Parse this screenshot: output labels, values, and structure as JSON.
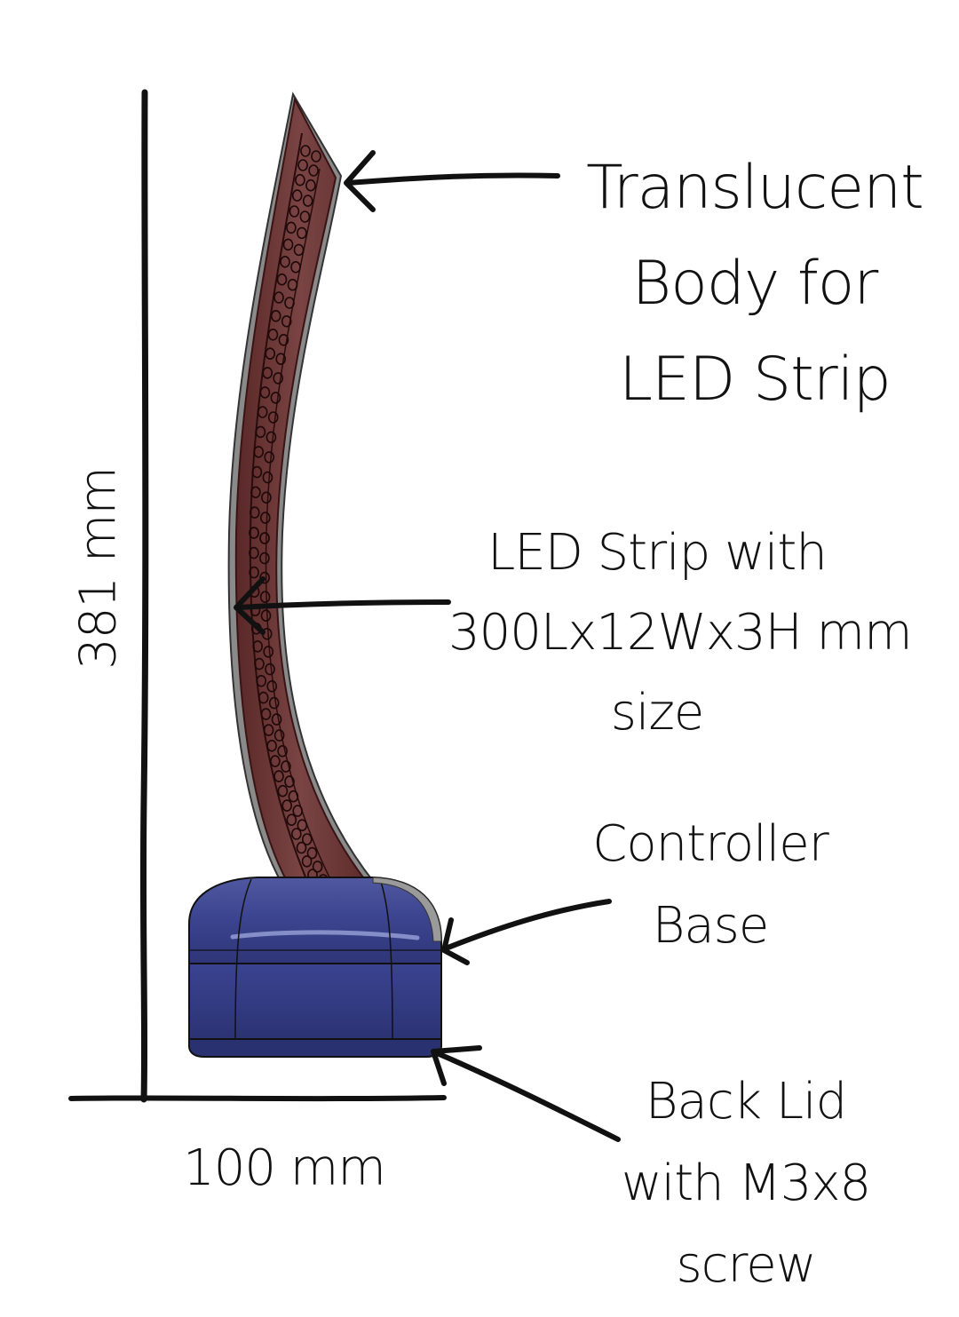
{
  "labels": {
    "translucent_body": [
      "Translucent",
      "Body for",
      "LED Strip"
    ],
    "led_strip": [
      "LED Strip with",
      "300Lx12Wx3H mm",
      "size"
    ],
    "controller_base": [
      "Controller",
      "Base"
    ],
    "back_lid": [
      "Back Lid",
      "with M3x8",
      "screw"
    ]
  },
  "dimensions": {
    "height": "381 mm",
    "width": "100 mm"
  },
  "colors": {
    "body": "#6b3434",
    "body_edge": "#3a1414",
    "base": "#3b4488",
    "base_highlight": "#6a72b8",
    "ink": "#111111"
  }
}
